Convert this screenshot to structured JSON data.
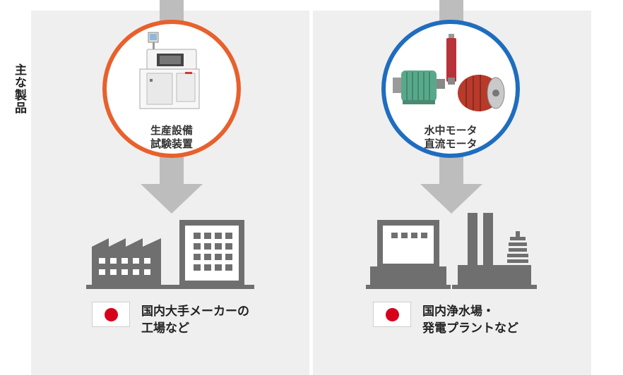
{
  "side_label": "主な製品",
  "colors": {
    "panel_bg": "#efefef",
    "arrow": "#bdbdbd",
    "building": "#6f6f6f",
    "left_accent": "#e8602c",
    "right_accent": "#1f6dbf",
    "flag_red": "#d7001a"
  },
  "left": {
    "product_icon": "production-equipment-machine-image",
    "product_lines": [
      "生産設備",
      "試験装置"
    ],
    "destination_icons": [
      "factory-icon",
      "office-building-icon"
    ],
    "flag_icon": "japan-flag-icon",
    "destination_lines": [
      "国内大手メーカーの",
      "工場など"
    ]
  },
  "right": {
    "product_icon": "motor-products-image",
    "product_lines": [
      "水中モータ",
      "直流モータ"
    ],
    "destination_icons": [
      "water-treatment-plant-icon",
      "power-plant-icon"
    ],
    "flag_icon": "japan-flag-icon",
    "destination_lines": [
      "国内浄水場・",
      "発電プラントなど"
    ]
  }
}
